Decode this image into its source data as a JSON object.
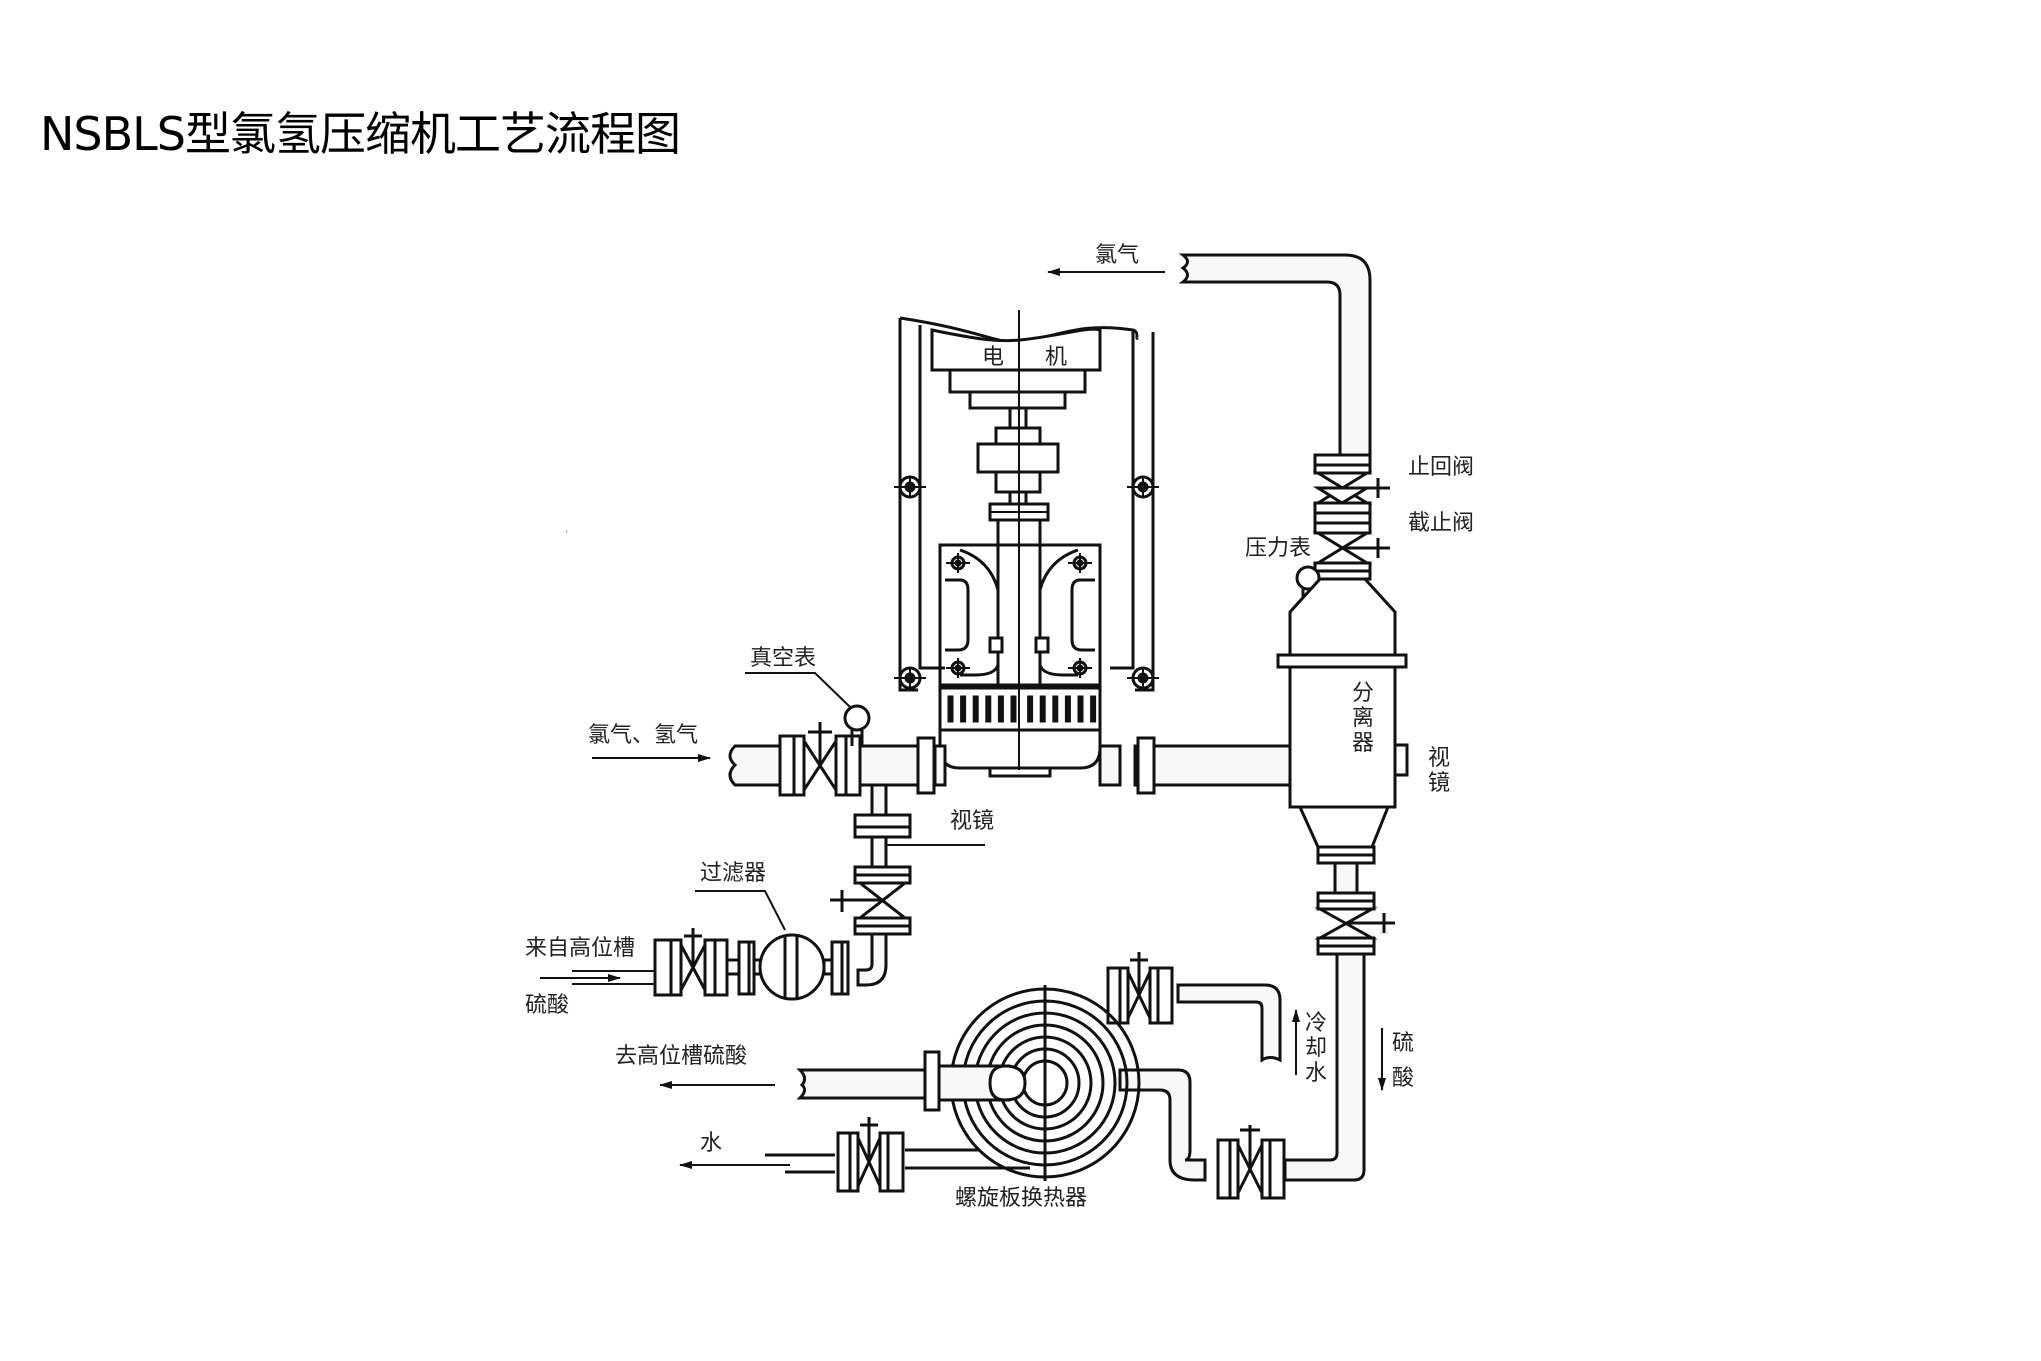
{
  "title": "NSBLS型氯氢压缩机工艺流程图",
  "labels": {
    "chlorine_out": "氯气",
    "motor_left": "电",
    "motor_right": "机",
    "check_valve": "止回阀",
    "stop_valve": "截止阀",
    "pressure_gauge": "压力表",
    "vacuum_gauge": "真空表",
    "gas_inlet": "氯气、氢气",
    "separator_1": "分",
    "separator_2": "离",
    "separator_3": "器",
    "sight_glass_sep_1": "视",
    "sight_glass_sep_2": "镜",
    "sight_glass_inlet": "视镜",
    "filter": "过滤器",
    "from_tank": "来自高位槽",
    "acid_in": "硫酸",
    "to_tank": "去高位槽硫酸",
    "water": "水",
    "cooling_1": "冷",
    "cooling_2": "却",
    "cooling_3": "水",
    "acid_down_1": "硫",
    "acid_down_2": "酸",
    "heat_exchanger": "螺旋板换热器"
  }
}
